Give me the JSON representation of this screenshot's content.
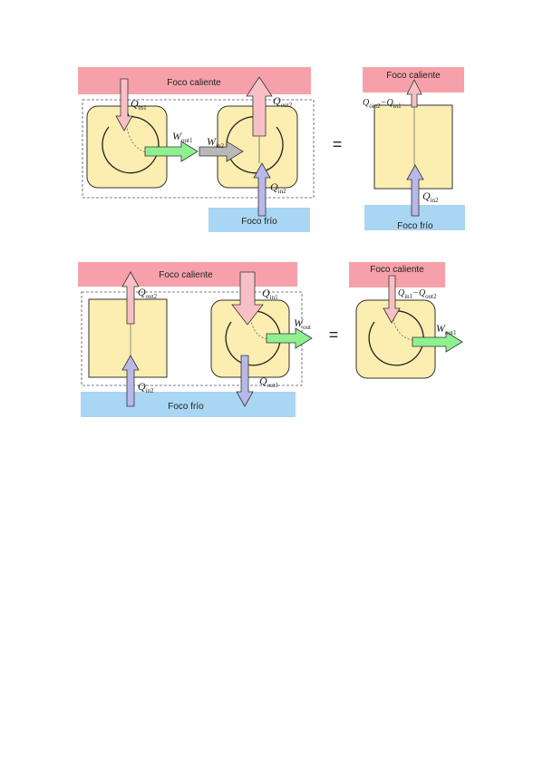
{
  "colors": {
    "hot_reservoir": "#f6a1a9",
    "cold_reservoir": "#a9d6f2",
    "engine_fill": "#fbeeb0",
    "heat_in_arrow": "#f8c0c6",
    "heat_up_arrow": "#f8c0c6",
    "cold_arrow": "#b8b8ea",
    "work_arrow": "#8ff08f",
    "transfer_arrow": "#b8b8b8"
  },
  "top": {
    "hot_label": "Foco caliente",
    "cold_label": "Foco frío",
    "q_in1": "Q",
    "q_in1_sub": "in1",
    "w_out1": "W",
    "w_out1_sub": "out1",
    "w_in2": "W",
    "w_in2_sub": "in2",
    "q_out2": "Q",
    "q_out2_sub": "out2",
    "q_in2": "Q",
    "q_in2_sub": "in2",
    "equals": "=",
    "right_hot_label": "Foco caliente",
    "right_cold_label": "Foco frío",
    "right_q_out2": "Q",
    "right_q_out2_sub": "out2",
    "right_minus": "−",
    "right_q_in1": "Q",
    "right_q_in1_sub": "in1",
    "right_q_in2": "Q",
    "right_q_in2_sub": "in2"
  },
  "bottom": {
    "hot_label": "Foco caliente",
    "cold_label": "Foco frío",
    "q_out2": "Q",
    "q_out2_sub": "out2",
    "q_in2": "Q",
    "q_in2_sub": "in2",
    "q_in1": "Q",
    "q_in1_sub": "in1",
    "w_out": "W",
    "w_out_sub": "out",
    "q_out1": "Q",
    "q_out1_sub": "out1",
    "equals": "=",
    "right_hot_label": "Foco caliente",
    "right_q_in1": "Q",
    "right_q_in1_sub": "in1",
    "right_minus": "−",
    "right_q_out2": "Q",
    "right_q_out2_sub": "out2",
    "right_w_out1": "W",
    "right_w_out1_sub": "out1"
  }
}
